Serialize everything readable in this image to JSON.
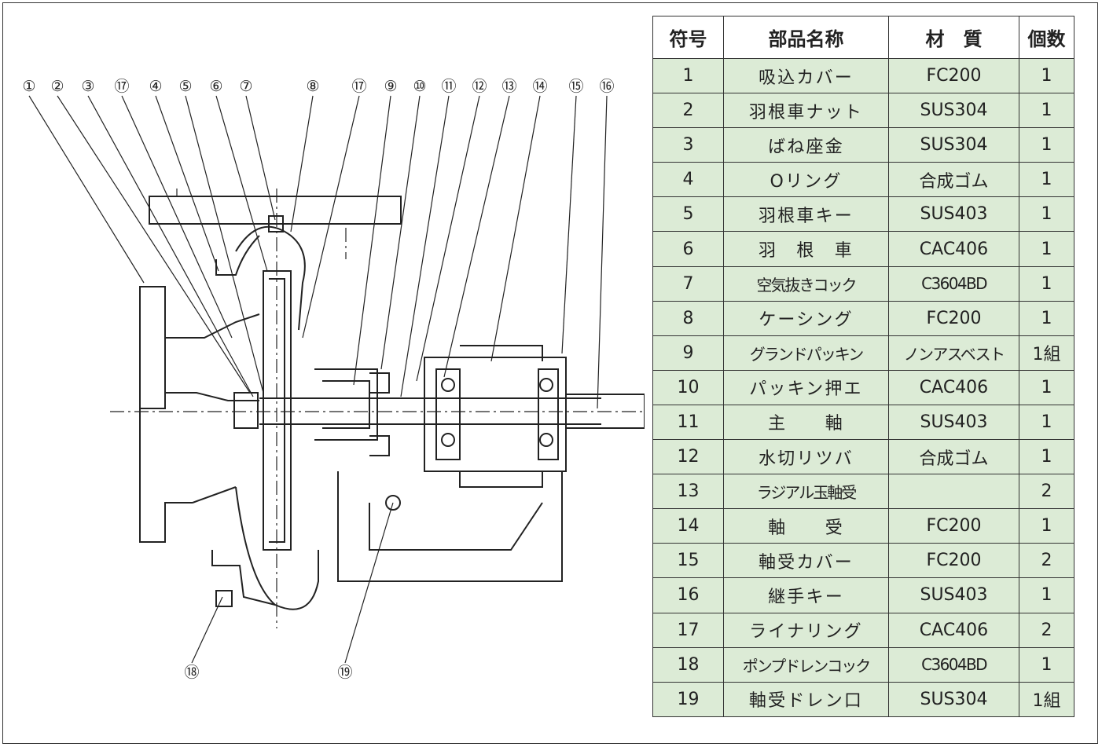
{
  "table": {
    "headers": [
      "符号",
      "部品名称",
      "材　質",
      "個数"
    ],
    "rows": [
      {
        "no": "1",
        "name": "吸込カバー",
        "material": "FC200",
        "qty": "1"
      },
      {
        "no": "2",
        "name": "羽根車ナット",
        "material": "SUS304",
        "qty": "1"
      },
      {
        "no": "3",
        "name": "ばね座金",
        "material": "SUS304",
        "qty": "1"
      },
      {
        "no": "4",
        "name": "Oリング",
        "material": "合成ゴム",
        "qty": "1"
      },
      {
        "no": "5",
        "name": "羽根車キー",
        "material": "SUS403",
        "qty": "1"
      },
      {
        "no": "6",
        "name": "羽　根　車",
        "material": "CAC406",
        "qty": "1"
      },
      {
        "no": "7",
        "name": "空気抜きコック",
        "material": "C3604BD",
        "qty": "1"
      },
      {
        "no": "8",
        "name": "ケーシング",
        "material": "FC200",
        "qty": "1"
      },
      {
        "no": "9",
        "name": "グランドパッキン",
        "material": "ノンアスベスト",
        "qty": "1組"
      },
      {
        "no": "10",
        "name": "パッキン押エ",
        "material": "CAC406",
        "qty": "1"
      },
      {
        "no": "11",
        "name": "主　　軸",
        "material": "SUS403",
        "qty": "1"
      },
      {
        "no": "12",
        "name": "水切リツバ",
        "material": "合成ゴム",
        "qty": "1"
      },
      {
        "no": "13",
        "name": "ラジアル玉軸受",
        "material": "",
        "qty": "2"
      },
      {
        "no": "14",
        "name": "軸　　受",
        "material": "FC200",
        "qty": "1"
      },
      {
        "no": "15",
        "name": "軸受カバー",
        "material": "FC200",
        "qty": "2"
      },
      {
        "no": "16",
        "name": "継手キー",
        "material": "SUS403",
        "qty": "1"
      },
      {
        "no": "17",
        "name": "ライナリング",
        "material": "CAC406",
        "qty": "2"
      },
      {
        "no": "18",
        "name": "ポンプドレンコック",
        "material": "C3604BD",
        "qty": "1"
      },
      {
        "no": "19",
        "name": "軸受ドレン口",
        "material": "SUS304",
        "qty": "1組"
      }
    ]
  },
  "drawing": {
    "top_callouts": [
      "①",
      "②",
      "③",
      "⑰",
      "④",
      "⑤",
      "⑥",
      "⑦",
      "⑧",
      "⑰",
      "⑨",
      "⑩",
      "⑪",
      "⑫",
      "⑬",
      "⑭",
      "⑮",
      "⑯"
    ],
    "bottom_callouts": [
      "⑱",
      "⑲"
    ]
  },
  "colors": {
    "table_fill": "#dcebd6",
    "line": "#222222"
  }
}
